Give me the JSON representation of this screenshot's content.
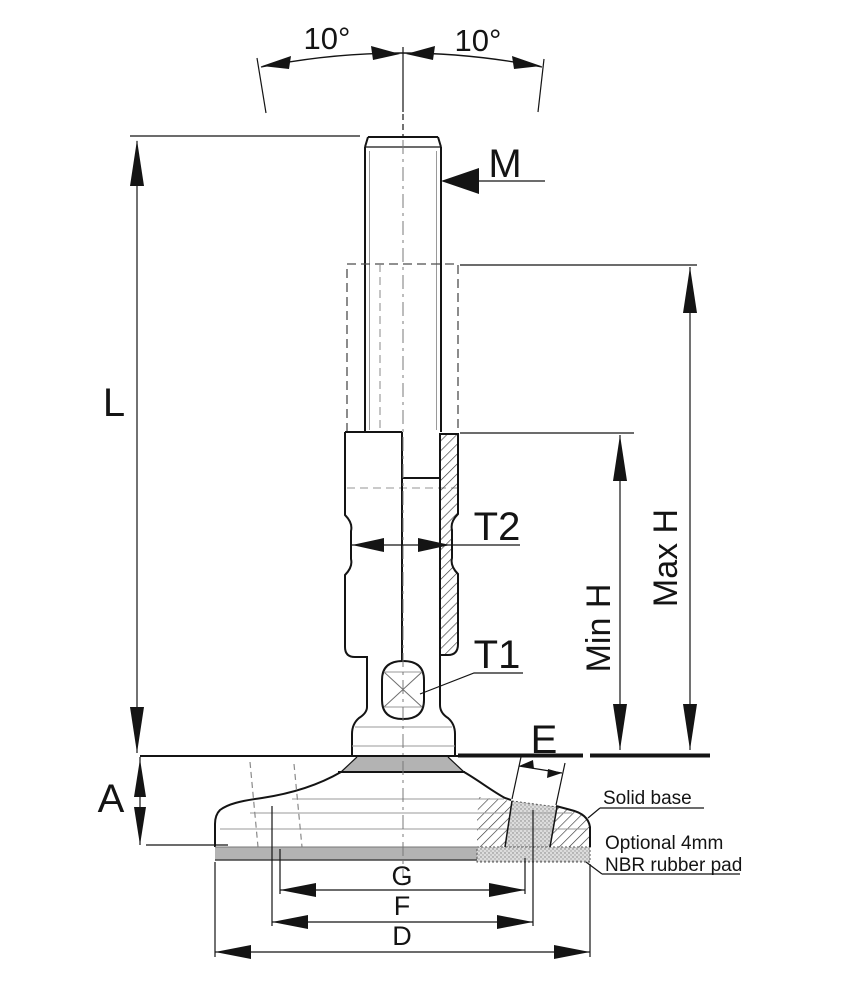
{
  "drawing": {
    "title": "Adjustable levelling foot - dimensioned technical drawing",
    "labels": {
      "angle_left": "10°",
      "angle_right": "10°",
      "thread": "M",
      "length": "L",
      "t2": "T2",
      "t1": "T1",
      "min_h": "Min H",
      "max_h": "Max H",
      "e": "E",
      "a": "A",
      "g": "G",
      "f": "F",
      "d": "D"
    },
    "annotations": {
      "solid_base": "Solid base",
      "pad_line1": "Optional 4mm",
      "pad_line2": "NBR rubber pad"
    },
    "colors": {
      "line": "#141414",
      "light_line": "#9a9a9a",
      "gray_fill": "#b3b3b3",
      "background": "#ffffff"
    }
  }
}
